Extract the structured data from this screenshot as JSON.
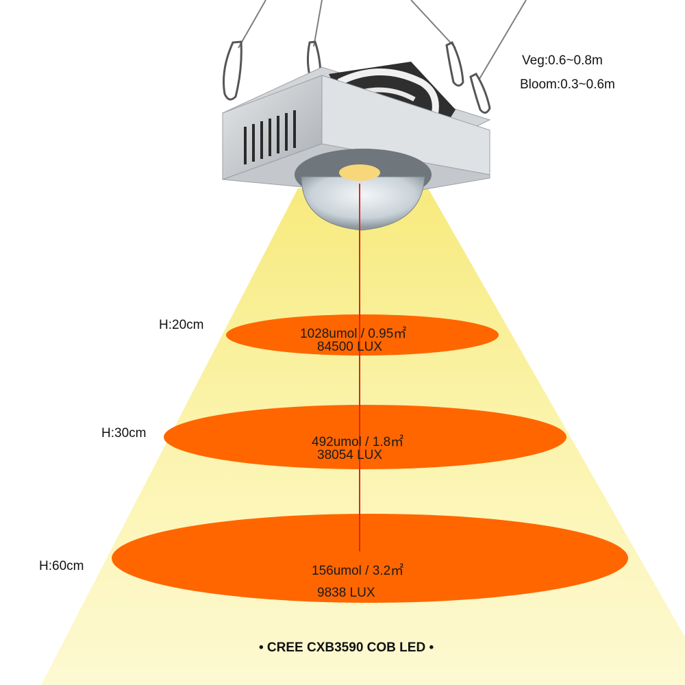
{
  "spec": {
    "veg": "Veg:0.6~0.8m",
    "bloom": "Bloom:0.3~0.6m"
  },
  "zones": [
    {
      "height": "H:20cm",
      "ppfd": "1028umol / 0.95㎡",
      "lux": "84500 LUX"
    },
    {
      "height": "H:30cm",
      "ppfd": "492umol / 1.8㎡",
      "lux": "38054 LUX"
    },
    {
      "height": "H:60cm",
      "ppfd": "156umol / 3.2㎡",
      "lux": "9838 LUX"
    }
  ],
  "caption": "• CREE CXB3590 COB LED •",
  "colors": {
    "light_cone": "#fbf6b4",
    "light_cone_bright": "#f8ec86",
    "ellipse": "#ff6600",
    "center_line": "#e0241b",
    "fixture_body": "#c9ccd0",
    "fixture_dark": "#3a3a3a"
  }
}
